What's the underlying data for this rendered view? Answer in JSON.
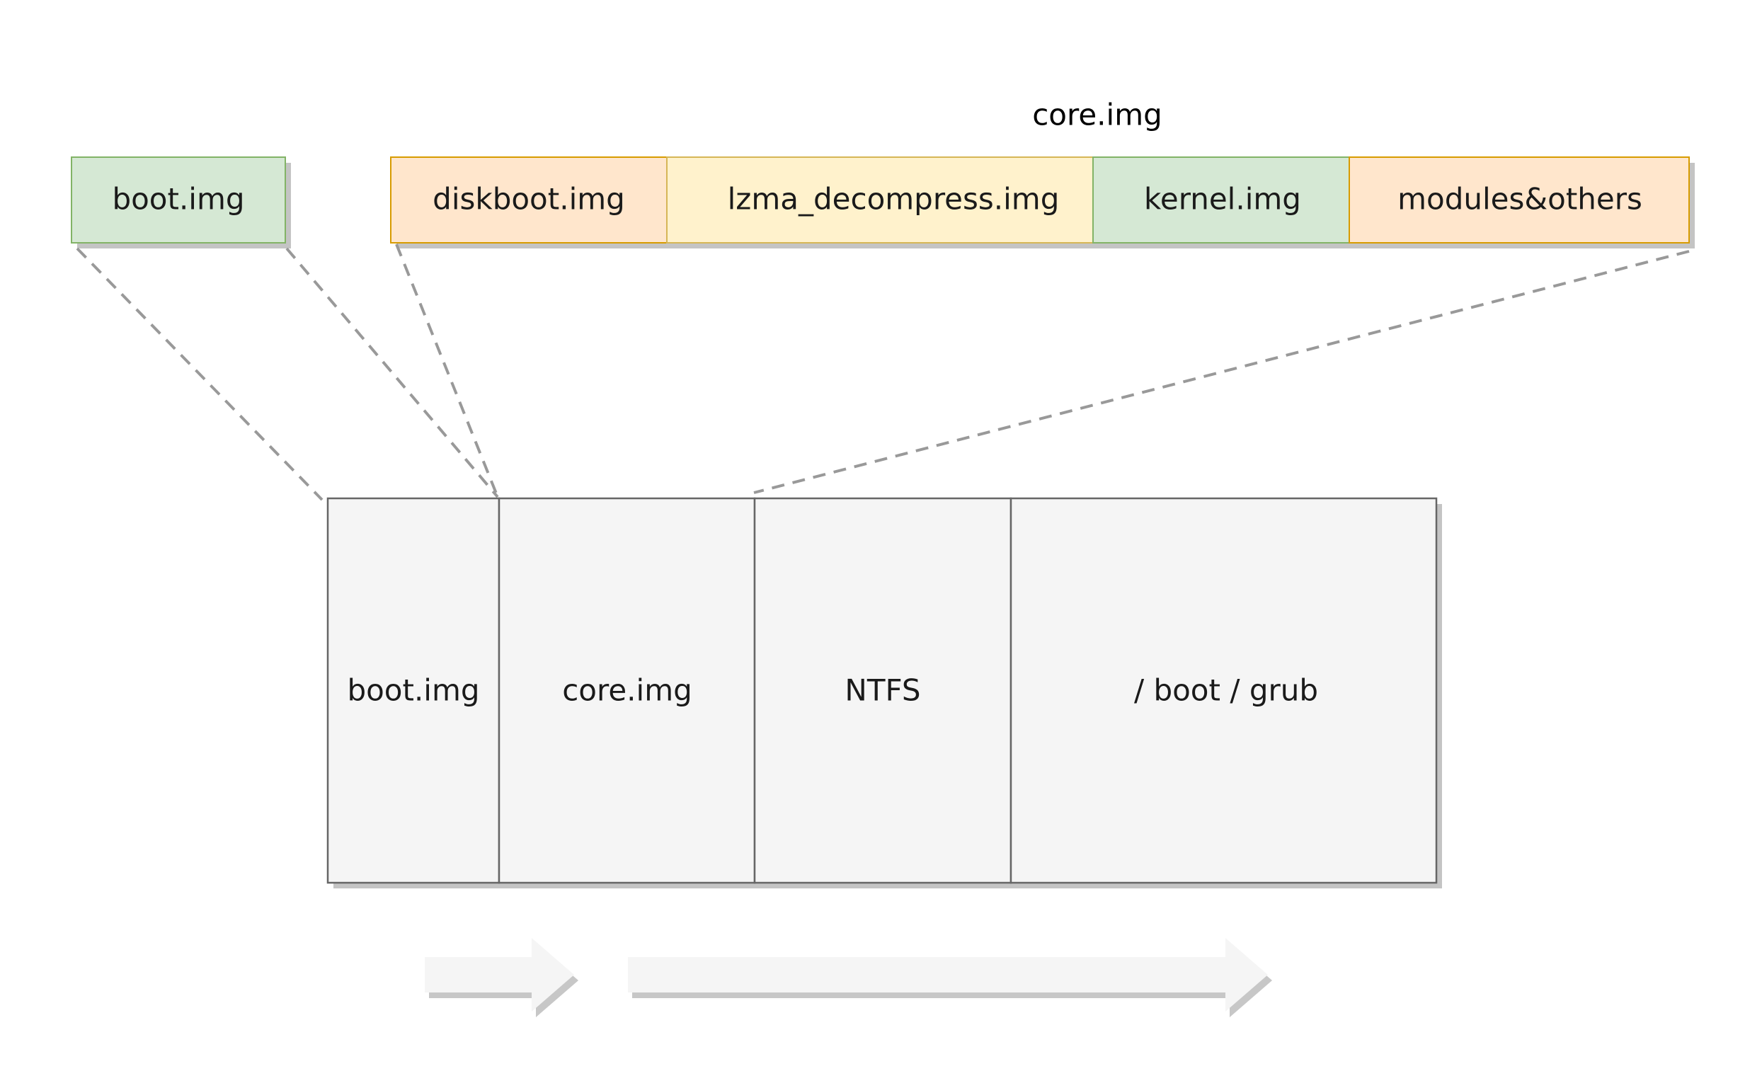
{
  "diagram": {
    "core_group_label": "core.img",
    "top_row": [
      {
        "id": "boot",
        "label": "boot.img",
        "fill": "#d5e8d4",
        "stroke": "#82b366"
      },
      {
        "id": "diskboot",
        "label": "diskboot.img",
        "fill": "#ffe6cc",
        "stroke": "#d79b00"
      },
      {
        "id": "lzma",
        "label": "lzma_decompress.img",
        "fill": "#fff2cc",
        "stroke": "#d6b656"
      },
      {
        "id": "kernel",
        "label": "kernel.img",
        "fill": "#d5e8d4",
        "stroke": "#82b366"
      },
      {
        "id": "modules",
        "label": "modules&others",
        "fill": "#ffe6cc",
        "stroke": "#d79b00"
      }
    ],
    "disk_row": [
      {
        "id": "disk-boot",
        "label": "boot.img"
      },
      {
        "id": "disk-core",
        "label": "core.img"
      },
      {
        "id": "disk-ntfs",
        "label": "NTFS"
      },
      {
        "id": "disk-grub",
        "label": "/ boot / grub"
      }
    ],
    "colors": {
      "disk_fill": "#f5f5f5",
      "disk_stroke": "#666666",
      "shadow": "#c4c4c4",
      "connector": "#999999",
      "arrow_fill": "#f5f5f5",
      "arrow_shadow": "#c7c7c7"
    }
  }
}
